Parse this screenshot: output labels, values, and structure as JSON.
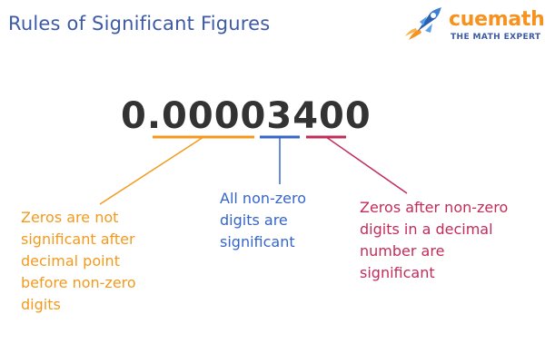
{
  "title": "Rules of Significant Figures",
  "logo": {
    "brand": "cuemath",
    "tagline": "THE MATH EXPERT",
    "icon": "rocket-icon"
  },
  "number": {
    "integer_part": "0",
    "decimal_point": ".",
    "leading_zeros": "0000",
    "nonzero_digits": "34",
    "trailing_zeros": "00"
  },
  "rules": {
    "leading": "Zeros are not\nsignificant after\ndecimal point\nbefore non-zero\ndigits",
    "nonzero": "All non-zero\ndigits are\nsignificant",
    "trailing": "Zeros after non-zero\ndigits in a decimal\nnumber are\nsignificant"
  },
  "colors": {
    "title": "#3d5aa6",
    "number": "#333333",
    "leading": "#f39a1d",
    "nonzero": "#3565c9",
    "trailing": "#c22c5a",
    "brand": "#f7921e"
  }
}
